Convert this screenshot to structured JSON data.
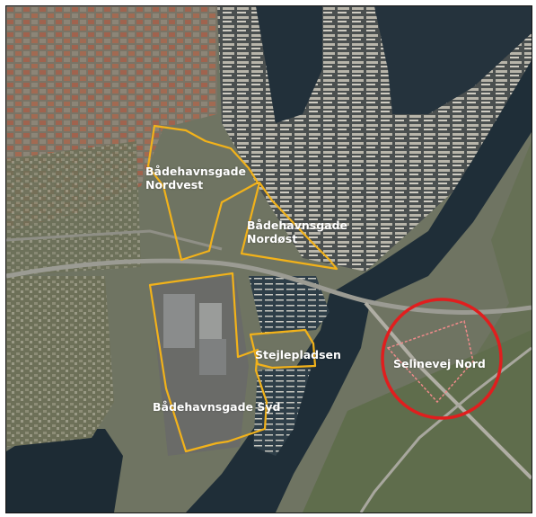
{
  "map": {
    "areas": [
      {
        "id": "nordvest",
        "lines": [
          "Bådehavnsgade",
          "Nordvest"
        ]
      },
      {
        "id": "nordost",
        "lines": [
          "Bådehavnsgade",
          "Nordøst"
        ]
      },
      {
        "id": "stejlepladsen",
        "lines": [
          "Stejlepladsen"
        ]
      },
      {
        "id": "syd",
        "lines": [
          "Bådehavnsgade Syd"
        ]
      },
      {
        "id": "selinevej",
        "lines": [
          "Selinevej Nord"
        ]
      }
    ],
    "colors": {
      "boundary": "#f2b21a",
      "highlight_circle": "#e01e1e",
      "water": "#1f2e38",
      "label": "#ffffff"
    }
  }
}
